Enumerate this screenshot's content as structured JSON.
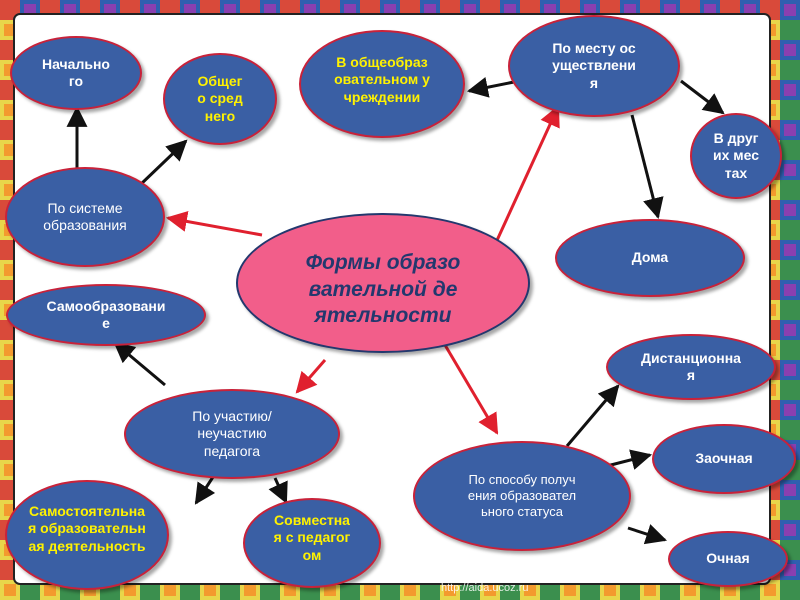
{
  "colors": {
    "node_fill": "#3a5fa4",
    "node_outline": "#c8223a",
    "center_fill": "#f25e8a",
    "center_text": "#23386e",
    "node_text": "#ffffff",
    "highlight_text": "#fff200",
    "red_arrow": "#e0202e",
    "black_arrow": "#111111"
  },
  "diagram": {
    "center": "Формы образовательной деятельности",
    "nodes": {
      "by_system": "По системе образования",
      "initial": "Начального",
      "general_secondary": "Общего среднего",
      "in_school": "В общеобразовательном учреждении",
      "by_place": "По месту осуществления",
      "other_places": "В других местах",
      "home": "Дома",
      "self_education": "Самообразование",
      "by_teacher": "По участию/неучастию педагога",
      "independent": "Самостоятельная образовательная деятельность",
      "with_teacher": "Совместная с педагогом",
      "by_method": "По способу получения образовательного статуса",
      "distance": "Дистанционная",
      "extramural": "Заочная",
      "full_time": "Очная"
    }
  },
  "watermark": "http://aida.ucoz.ru"
}
